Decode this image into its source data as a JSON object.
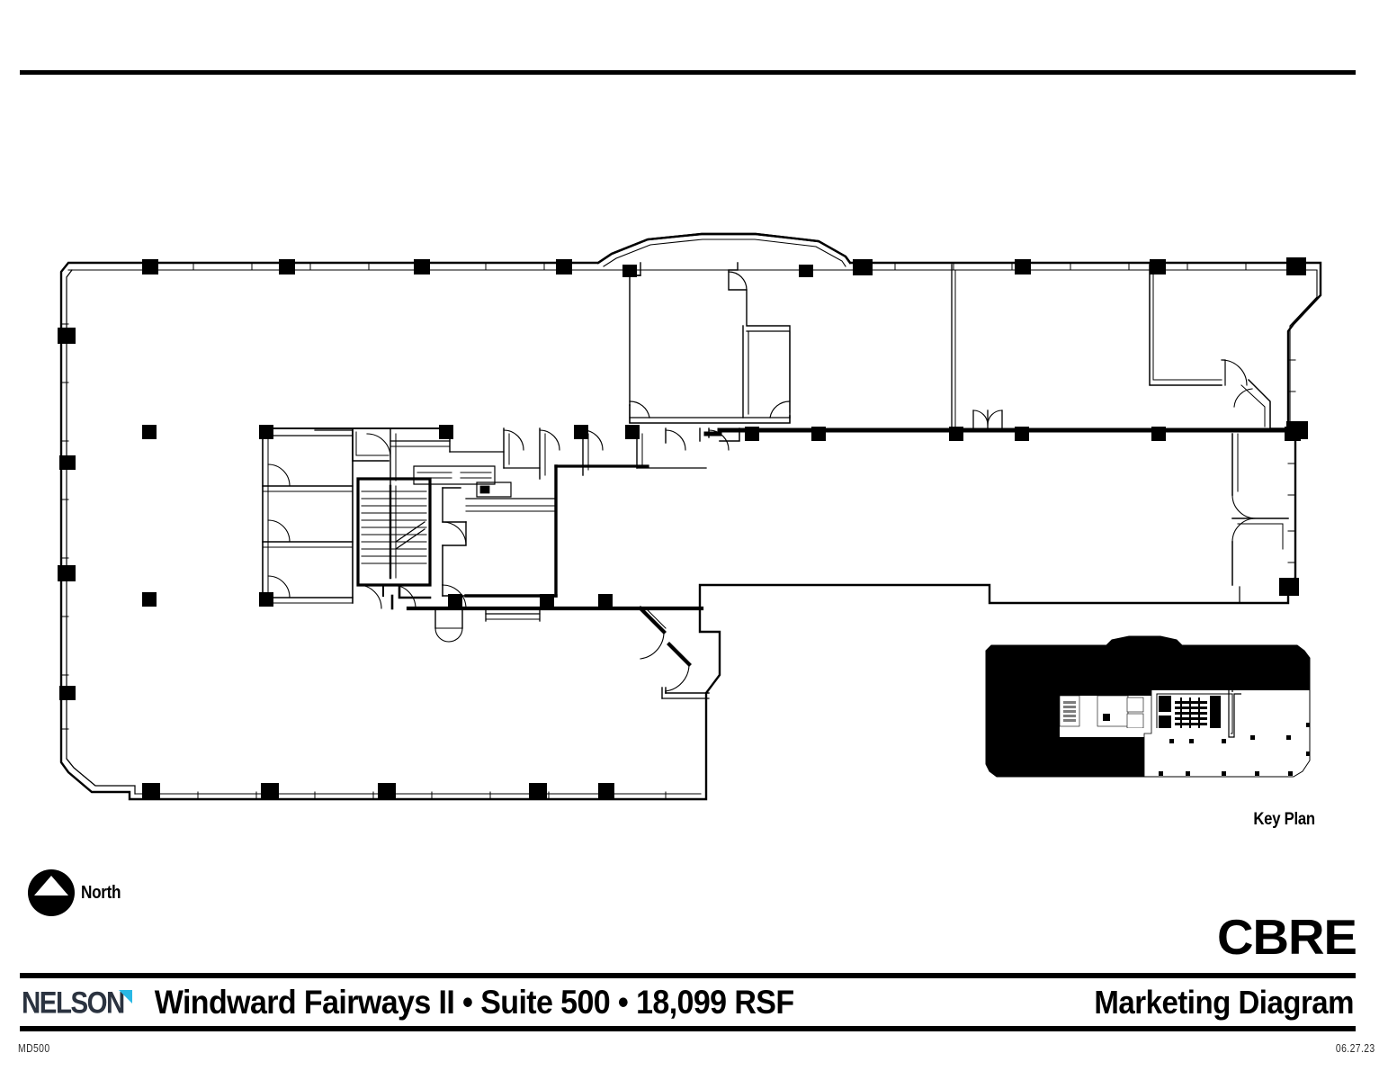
{
  "sheet": {
    "project_title": "Windward Fairways II • Suite 500 • 18,099 RSF",
    "sheet_title": "Marketing Diagram",
    "sheet_number": "MD500",
    "date": "06.27.23"
  },
  "brand": {
    "nelson_logo_text": "NELSON",
    "nelson_accent_color": "#29b8e5",
    "nelson_text_color": "#2b3340",
    "cbre_logo_text": "CBRE",
    "cbre_color": "#000000"
  },
  "keyplan": {
    "label": "Key Plan",
    "icon": "keyplan-thumbnail",
    "highlight_color": "#000000",
    "remainder_color": "#ffffff"
  },
  "north": {
    "label": "North",
    "icon": "north-arrow-icon"
  },
  "plan": {
    "name": "floor-plan-drawing",
    "line_color": "#000000",
    "column_color": "#000000",
    "fill_color": "#ffffff"
  }
}
